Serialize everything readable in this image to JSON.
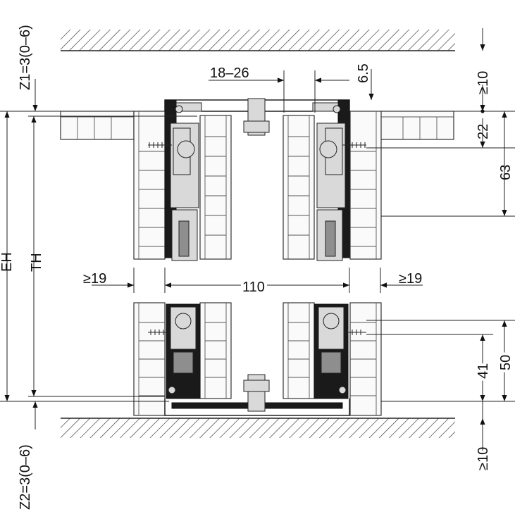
{
  "diagram": {
    "labels": {
      "z1": "Z1=3(0–6)",
      "z2": "Z2=3(0–6)",
      "eh": "EH",
      "th": "TH",
      "gap_18_26": "18–26",
      "dim_6_5": "6.5",
      "min10_top": "≥10",
      "dim_22": "22",
      "dim_63": "63",
      "min19_left": "≥19",
      "dim_110": "110",
      "min19_right": "≥19",
      "dim_41": "41",
      "dim_50": "50",
      "min10_bottom": "≥10"
    },
    "colors": {
      "line": "#222222",
      "hatch": "#333333",
      "metal_light": "#d9d9d9",
      "metal_dark": "#8e8e8e",
      "seal": "#1a1a1a"
    }
  }
}
